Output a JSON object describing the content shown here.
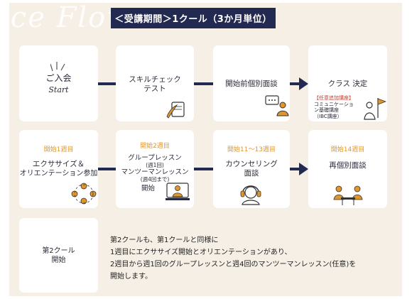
{
  "watermark": "ice Flow",
  "header": {
    "title": "＜受講期間＞1クール（3か月単位）"
  },
  "row1": {
    "card1": {
      "title": "ご入会",
      "subtitle": "Start"
    },
    "card2": {
      "title_line1": "スキルチェック",
      "title_line2": "テスト"
    },
    "card3": {
      "title": "開始前個別面談"
    },
    "card4": {
      "title": "クラス 決定",
      "extra_line1": "【任意追加講座】",
      "extra_line2": "コミュニケーショ",
      "extra_line3": "ン基礎講座",
      "extra_line4": "（IBC講座）"
    }
  },
  "row2": {
    "card1": {
      "week": "開始1週目",
      "line1": "エクササイズ＆",
      "line2": "オリエンテーション参加"
    },
    "card2": {
      "week": "開始2週目",
      "line1": "グループレッスン",
      "line1_sub": "(週1回)",
      "line2": "マンツーマンレッスン",
      "line2_sub": "(週4回まで)",
      "line3": "開始"
    },
    "card3": {
      "week": "開始11～13週目",
      "line1": "カウンセリング",
      "line2": "面談"
    },
    "card4": {
      "week": "開始14週目",
      "line1": "再個別面談"
    }
  },
  "row3": {
    "card1": {
      "line1": "第2クール",
      "line2": "開始"
    },
    "description": [
      "第2クールも、第1クールと同様に",
      "1週目にエクササイズ開始とオリエンテーションがあり、",
      "2週目から週1回のグループレッスンと週4回のマンツーマンレッスン(任意)を",
      "開始します。"
    ]
  },
  "colors": {
    "navy": "#222a52",
    "accent": "#e0962b",
    "background": "#f6efe6"
  }
}
